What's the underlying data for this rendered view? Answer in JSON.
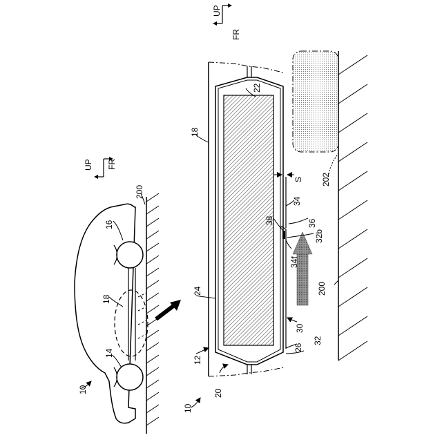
{
  "figure": {
    "labels": {
      "car_ref": "10",
      "car_front_wheel": "14",
      "car_rear_wheel": "16",
      "car_battery": "18",
      "ground_small": "200",
      "dir_up_small": "UP",
      "dir_fr_small": "FR",
      "dir_up_large": "UP",
      "dir_fr_large": "FR",
      "panel_18": "18",
      "panel_24": "24",
      "panel_22": "22",
      "panel_12": "12",
      "pack_20": "20",
      "bottom_10": "10",
      "plate_26": "26",
      "plate_32": "32",
      "plate_30": "30",
      "gap_S": "S",
      "obstacle_202": "202",
      "plate_34": "34",
      "plate_36": "36",
      "part_38": "38",
      "part_32b": "32b",
      "part_34f": "34f",
      "ground_200": "200"
    }
  }
}
